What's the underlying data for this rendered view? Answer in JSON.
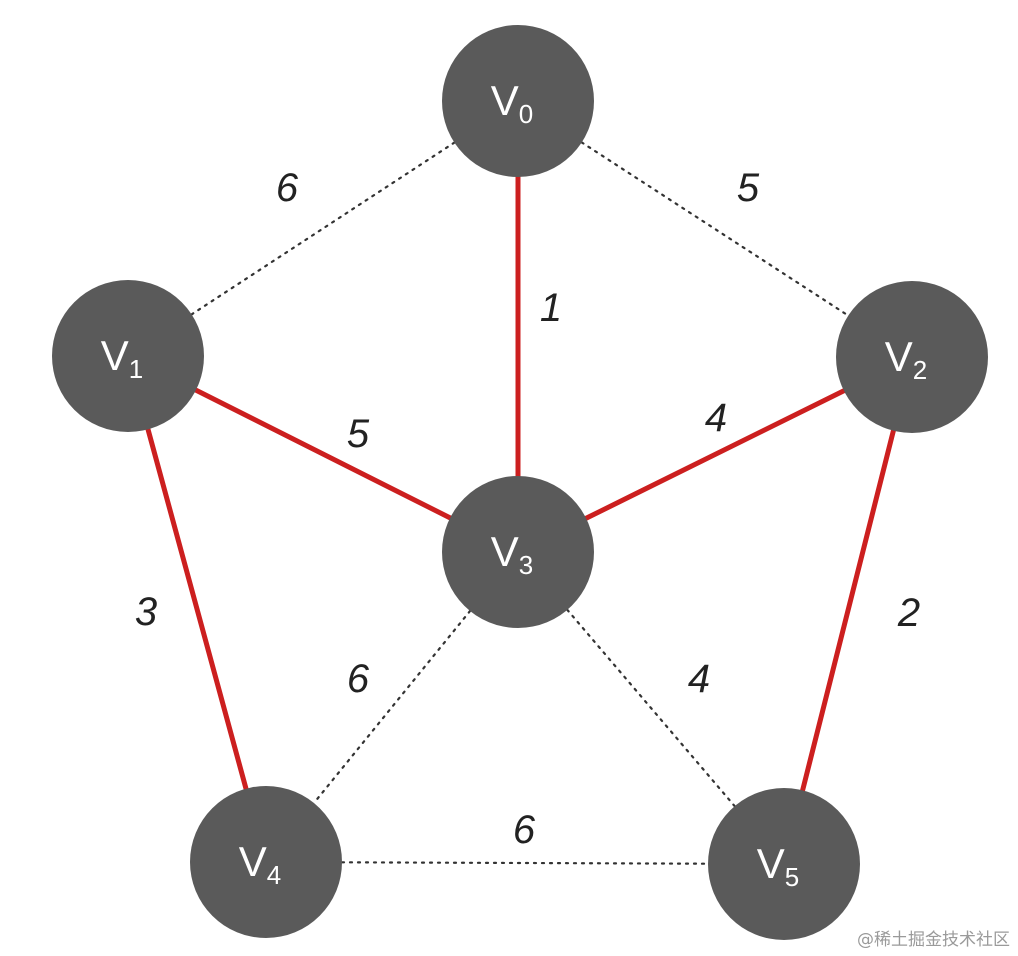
{
  "graph": {
    "nodes": [
      {
        "id": "v0",
        "label": "V",
        "sub": "0"
      },
      {
        "id": "v1",
        "label": "V",
        "sub": "1"
      },
      {
        "id": "v2",
        "label": "V",
        "sub": "2"
      },
      {
        "id": "v3",
        "label": "V",
        "sub": "3"
      },
      {
        "id": "v4",
        "label": "V",
        "sub": "4"
      },
      {
        "id": "v5",
        "label": "V",
        "sub": "5"
      }
    ],
    "edges": [
      {
        "id": "v0-v1",
        "from": "v0",
        "to": "v1",
        "weight": "6",
        "selected": false
      },
      {
        "id": "v0-v2",
        "from": "v0",
        "to": "v2",
        "weight": "5",
        "selected": false
      },
      {
        "id": "v0-v3",
        "from": "v0",
        "to": "v3",
        "weight": "1",
        "selected": true
      },
      {
        "id": "v1-v3",
        "from": "v1",
        "to": "v3",
        "weight": "5",
        "selected": true
      },
      {
        "id": "v2-v3",
        "from": "v2",
        "to": "v3",
        "weight": "4",
        "selected": true
      },
      {
        "id": "v1-v4",
        "from": "v1",
        "to": "v4",
        "weight": "3",
        "selected": true
      },
      {
        "id": "v2-v5",
        "from": "v2",
        "to": "v5",
        "weight": "2",
        "selected": true
      },
      {
        "id": "v3-v4",
        "from": "v3",
        "to": "v4",
        "weight": "6",
        "selected": false
      },
      {
        "id": "v3-v5",
        "from": "v3",
        "to": "v5",
        "weight": "4",
        "selected": false
      },
      {
        "id": "v4-v5",
        "from": "v4",
        "to": "v5",
        "weight": "6",
        "selected": false
      }
    ]
  },
  "colors": {
    "node_fill": "#5a5a5a",
    "selected_edge": "#cc1f1f",
    "unselected_edge": "#333333"
  },
  "watermark": "@稀土掘金技术社区"
}
